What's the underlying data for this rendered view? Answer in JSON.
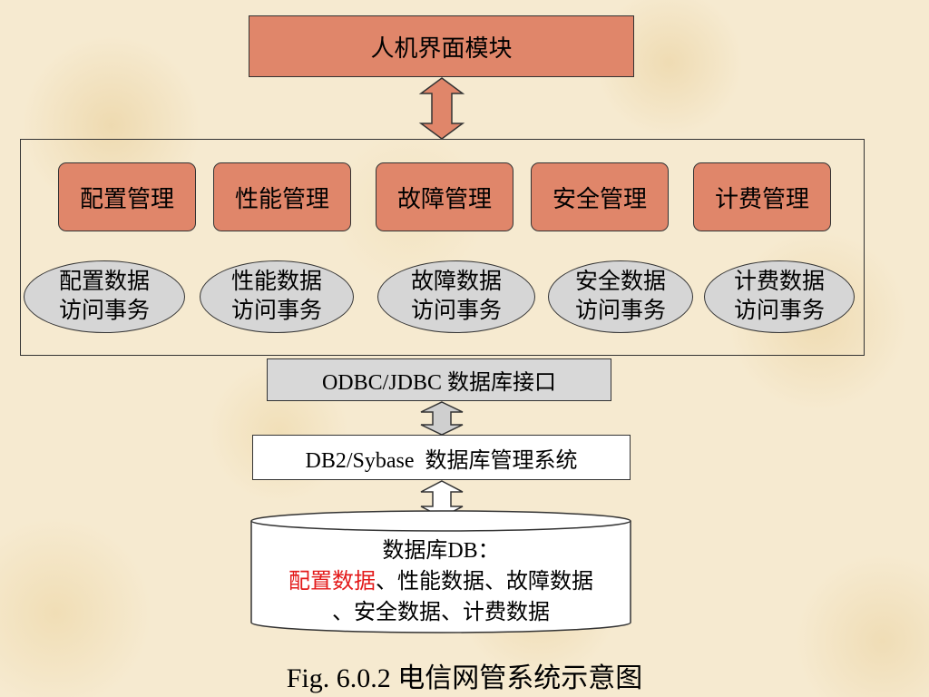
{
  "hmi_module": {
    "label": "人机界面模块"
  },
  "management_modules": [
    {
      "label": "配置管理"
    },
    {
      "label": "性能管理"
    },
    {
      "label": "故障管理"
    },
    {
      "label": "安全管理"
    },
    {
      "label": "计费管理"
    }
  ],
  "data_access_services": [
    {
      "line1": "配置数据",
      "line2": "访问事务"
    },
    {
      "line1": "性能数据",
      "line2": "访问事务"
    },
    {
      "line1": "故障数据",
      "line2": "访问事务"
    },
    {
      "line1": "安全数据",
      "line2": "访问事务"
    },
    {
      "line1": "计费数据",
      "line2": "访问事务"
    }
  ],
  "db_interface": {
    "label": "ODBC/JDBC 数据库接口"
  },
  "dbms": {
    "label": "DB2/Sybase  数据库管理系统"
  },
  "database": {
    "title": "数据库DB：",
    "highlight": "配置数据",
    "line2_rest": "、性能数据、故障数据",
    "line3": "、安全数据、计费数据"
  },
  "caption": "Fig. 6.0.2 电信网管系统示意图",
  "colors": {
    "module_fill": "#e0866a",
    "service_fill": "#d6d6d6",
    "interface_fill": "#d8d8d8",
    "highlight_text": "#e31a1a",
    "background": "#f6ead0"
  }
}
